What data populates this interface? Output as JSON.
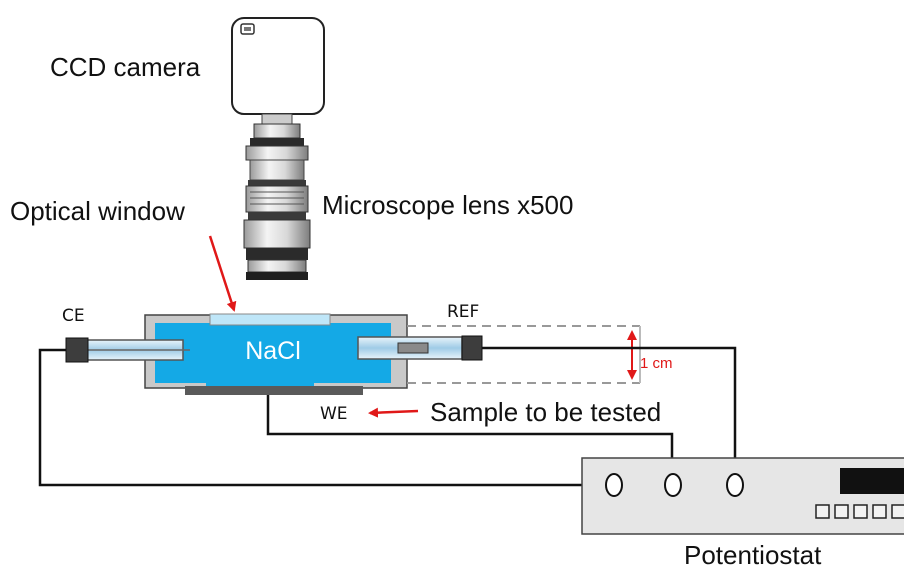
{
  "labels": {
    "camera": "CCD camera",
    "lens": "Microscope lens x500",
    "window": "Optical window",
    "ce": "CE",
    "ref": "REF",
    "electrolyte": "NaCl",
    "we": "WE",
    "sample": "Sample to be tested",
    "scale": "1 cm",
    "potentiostat": "Potentiostat"
  },
  "colors": {
    "electrolyte": "#14a9e6",
    "window": "#bfe6f8",
    "cell_frame": "#c9c9c9",
    "potentiostat_body": "#e6e6e6",
    "arrow": "#e01818",
    "wire": "#111111",
    "electrode_tube": "#cfe7f5"
  }
}
